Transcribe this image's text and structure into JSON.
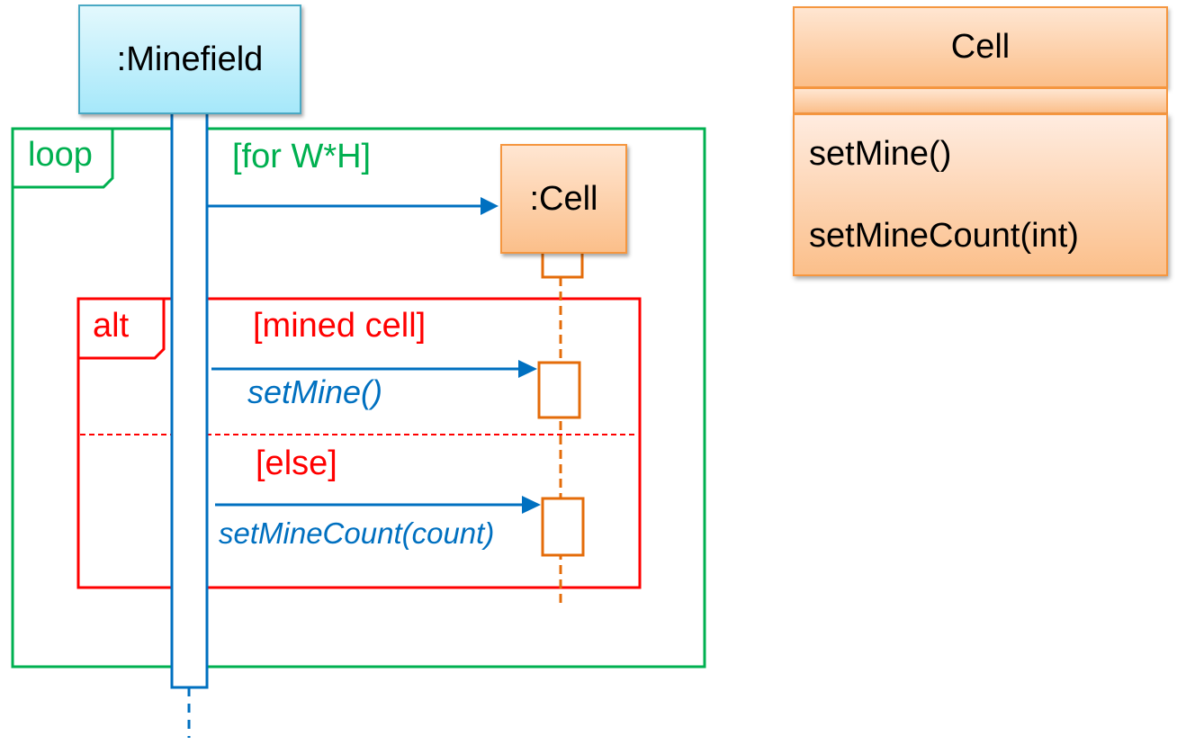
{
  "lifelines": {
    "minefield": {
      "label": ":Minefield",
      "color": "#0070c0"
    },
    "cell": {
      "label": ":Cell",
      "color": "#e46c0a"
    }
  },
  "loop_fragment": {
    "operator": "loop",
    "guard": "[for W*H]",
    "color": "#00b050"
  },
  "alt_fragment": {
    "operator": "alt",
    "guards": [
      "[mined cell]",
      "[else]"
    ],
    "color": "#ff0000"
  },
  "messages": [
    {
      "label": "",
      "kind": "create"
    },
    {
      "label": "setMine()"
    },
    {
      "label": "setMineCount(count)"
    }
  ],
  "class_box": {
    "name": "Cell",
    "attributes": [],
    "operations": [
      "setMine()",
      "setMineCount(int)"
    ]
  }
}
